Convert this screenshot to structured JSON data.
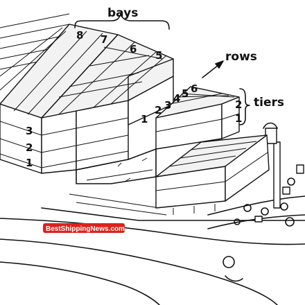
{
  "labels": {
    "bays": "bays",
    "rows": "rows",
    "tiers": "tiers"
  },
  "bay_numbers": [
    "8",
    "7",
    "6",
    "5"
  ],
  "row_numbers": [
    "1",
    "2",
    "3",
    "4",
    "5",
    "6"
  ],
  "tier_numbers_left": [
    "3",
    "2",
    "1"
  ],
  "tier_numbers_right": [
    "2",
    "1"
  ],
  "watermark": "BestShippingNews.com",
  "colors": {
    "ink": "#111111",
    "paper": "#ffffff",
    "watermark_bg": "#e0201b"
  }
}
